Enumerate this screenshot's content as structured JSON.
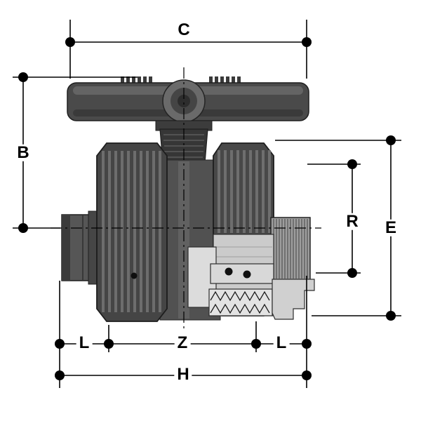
{
  "drawing": {
    "dimension_labels": {
      "c": "C",
      "b": "B",
      "e": "E",
      "r": "R",
      "l_left": "L",
      "z": "Z",
      "l_right": "L",
      "h": "H"
    }
  },
  "colors": {
    "background": "#ffffff",
    "dimension_lines": "#000000",
    "valve_body_dark": "#3f3f3f",
    "valve_body_mid": "#515151",
    "nut_base": "#454545",
    "rib_highlight": "#757575",
    "thread_gray": "#9e9e9e",
    "section_light": "#d0d0d0",
    "section_lighter": "#e3e3e3",
    "seal_black": "#101010"
  }
}
